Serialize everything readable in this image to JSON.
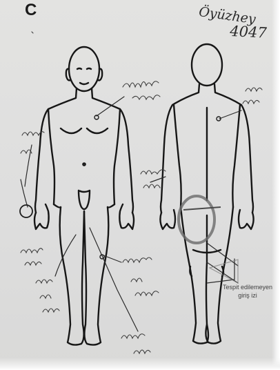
{
  "form": {
    "panel_letter": "C",
    "entry_label": "Tespit edilemeyen giriş izi"
  },
  "handwriting": {
    "case_name": "Öyüzhey",
    "case_number": "4047"
  }
}
